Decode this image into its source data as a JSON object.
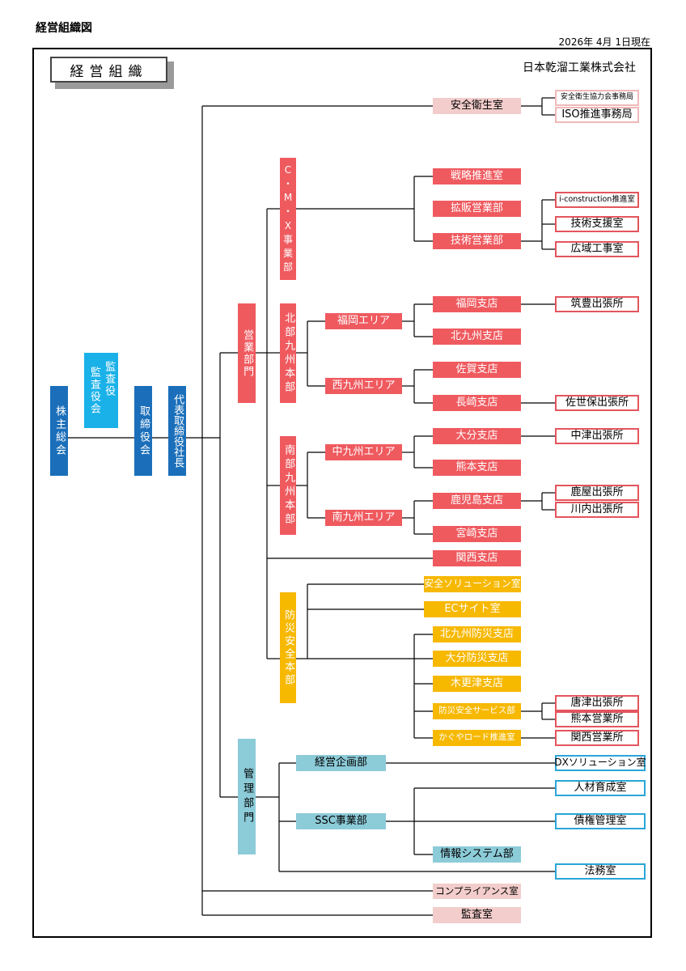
{
  "header": {
    "doc_title": "経営組織図",
    "date": "2026年 4月 1日現在",
    "chart_title": "経営組織",
    "company": "日本乾溜工業株式会社"
  },
  "colors": {
    "executive": "#1b6fba",
    "auditor": "#1ab1e9",
    "sales": "#ef5a5f",
    "staff_office": "#f2cdcb",
    "disaster_prevention": "#f7b800",
    "management": "#8ccbd8",
    "outline_red": "#e4555d",
    "outline_blue": "#2aa6d6"
  },
  "governance": {
    "shareholders": "株主総会",
    "auditors": [
      "監査役",
      "監査役会"
    ],
    "board": "取締役会",
    "president": "代表取締役社長"
  },
  "top_office": {
    "name": "安全衛生室",
    "subs": [
      "安全衛生協力会事務局",
      "ISO推進事務局"
    ]
  },
  "sales_division": {
    "name": "営業部門",
    "cmx": {
      "name": "C・M・X事業部",
      "chars": [
        "C",
        "・",
        "M",
        "・",
        "X",
        "事",
        "業",
        "部"
      ],
      "units": [
        "戦略推進室",
        "拡販営業部",
        "技術営業部"
      ],
      "subs": [
        "i-construction推進室",
        "技術支援室",
        "広域工事室"
      ]
    },
    "north": {
      "name": "北部九州本部",
      "areas": [
        "福岡エリア",
        "西九州エリア"
      ],
      "branches": [
        "福岡支店",
        "北九州支店",
        "佐賀支店",
        "長崎支店"
      ],
      "offices": [
        "筑豊出張所",
        "佐世保出張所"
      ]
    },
    "south": {
      "name": "南部九州本部",
      "areas": [
        "中九州エリア",
        "南九州エリア"
      ],
      "branches": [
        "大分支店",
        "熊本支店",
        "鹿児島支店",
        "宮崎支店"
      ],
      "offices": [
        "中津出張所",
        "鹿屋出張所",
        "川内出張所"
      ]
    },
    "kansai": "関西支店",
    "disaster": {
      "name": "防災安全本部",
      "units": [
        "安全ソリューション室",
        "ECサイト室",
        "北九州防災支店",
        "大分防災支店",
        "木更津支店",
        "防災安全サービス部",
        "かぐやロード推進室"
      ],
      "offices": [
        "唐津出張所",
        "熊本営業所",
        "関西営業所"
      ]
    }
  },
  "management_division": {
    "name": "管理部門",
    "planning": "経営企画部",
    "ssc": "SSC事業部",
    "it": "情報システム部",
    "offices": [
      "DXソリューション室",
      "人材育成室",
      "債権管理室",
      "法務室"
    ]
  },
  "bottom_offices": [
    "コンプライアンス室",
    "監査室"
  ]
}
